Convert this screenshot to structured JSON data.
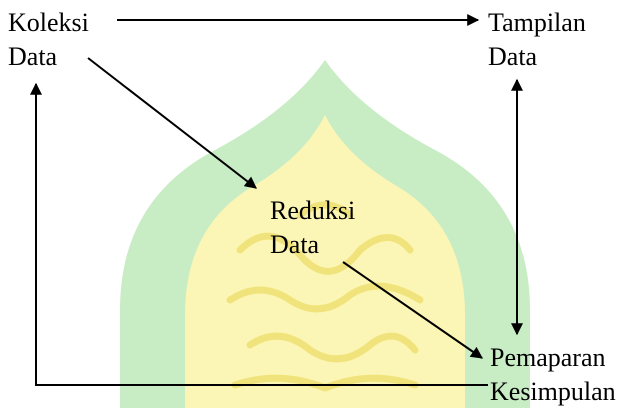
{
  "diagram": {
    "nodes": {
      "koleksi": {
        "line1": "Koleksi",
        "line2": "Data"
      },
      "tampilan": {
        "line1": "Tampilan",
        "line2": "Data"
      },
      "reduksi": {
        "line1": "Reduksi",
        "line2": "Data"
      },
      "pemaparan": {
        "line1": "Pemaparan",
        "line2": "Kesimpulan"
      }
    },
    "edges": [
      {
        "from": "koleksi",
        "to": "tampilan",
        "direction": "one-way"
      },
      {
        "from": "koleksi",
        "to": "reduksi",
        "direction": "one-way"
      },
      {
        "from": "reduksi",
        "to": "pemaparan",
        "direction": "one-way"
      },
      {
        "from": "tampilan",
        "to": "pemaparan",
        "direction": "two-way"
      },
      {
        "from": "pemaparan",
        "to": "koleksi",
        "direction": "one-way"
      }
    ]
  },
  "watermark": {
    "outer_color": "#c8ecc4",
    "inner_color": "#fcf6b6",
    "pattern_color": "#f1e37c"
  },
  "colors": {
    "line": "#000000",
    "text": "#000000"
  }
}
